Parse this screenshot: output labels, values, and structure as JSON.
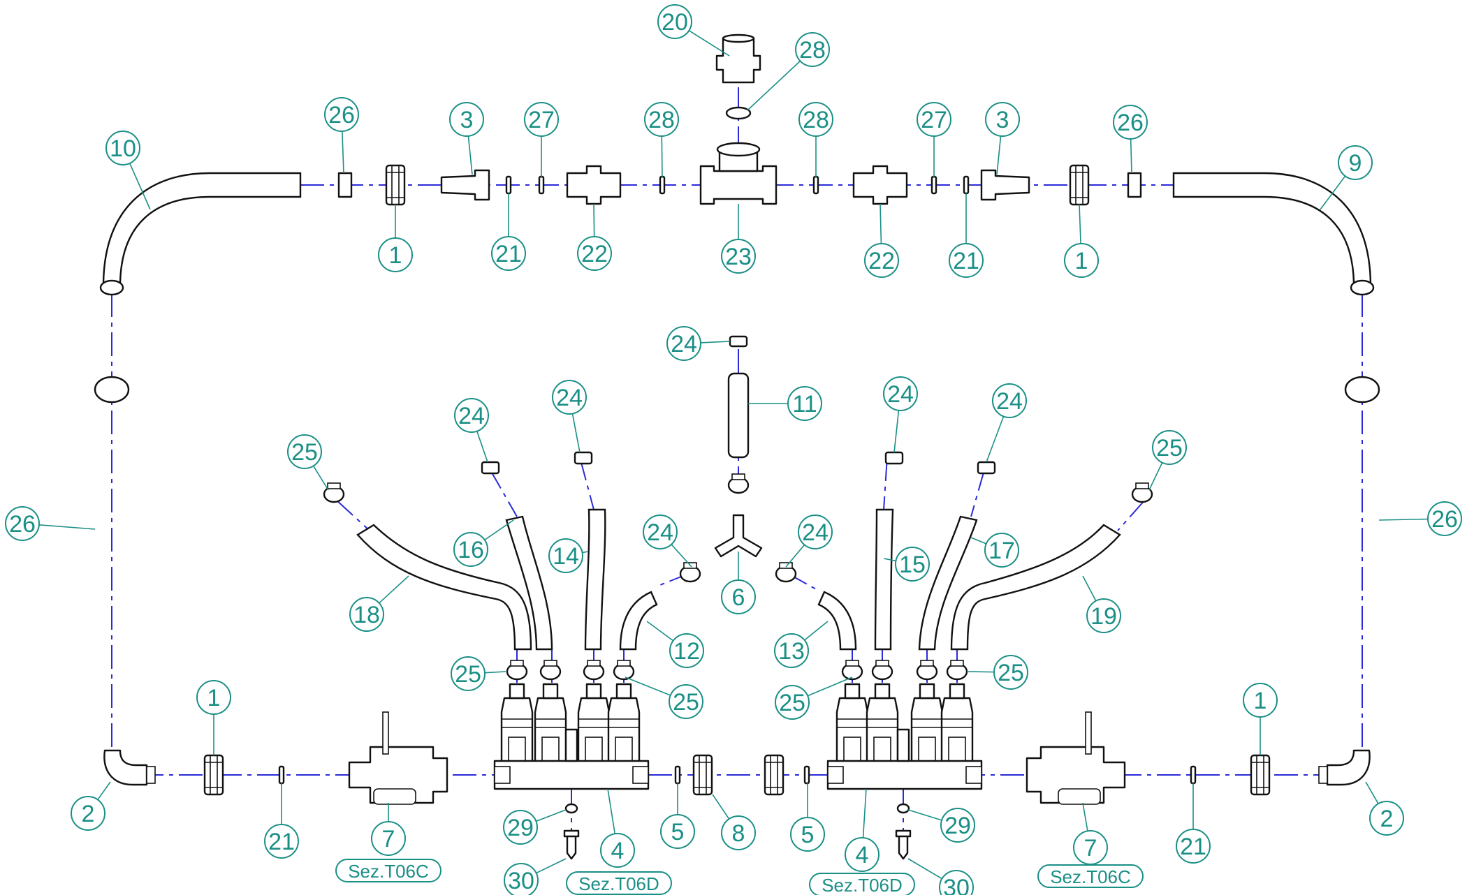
{
  "diagram": {
    "colors": {
      "accent": "#1a8f86",
      "axis": "#2a2ad8",
      "line": "#111111",
      "background": "#ffffff"
    },
    "callouts": [
      {
        "id": "c20",
        "label": "20"
      },
      {
        "id": "c28a",
        "label": "28"
      },
      {
        "id": "c10",
        "label": "10"
      },
      {
        "id": "c26a",
        "label": "26"
      },
      {
        "id": "c3a",
        "label": "3"
      },
      {
        "id": "c27a",
        "label": "27"
      },
      {
        "id": "c28b",
        "label": "28"
      },
      {
        "id": "c28c",
        "label": "28"
      },
      {
        "id": "c27b",
        "label": "27"
      },
      {
        "id": "c3b",
        "label": "3"
      },
      {
        "id": "c26b",
        "label": "26"
      },
      {
        "id": "c9",
        "label": "9"
      },
      {
        "id": "c1a",
        "label": "1"
      },
      {
        "id": "c21a",
        "label": "21"
      },
      {
        "id": "c22a",
        "label": "22"
      },
      {
        "id": "c23",
        "label": "23"
      },
      {
        "id": "c22b",
        "label": "22"
      },
      {
        "id": "c21b",
        "label": "21"
      },
      {
        "id": "c1b",
        "label": "1"
      },
      {
        "id": "c24a",
        "label": "24"
      },
      {
        "id": "c11",
        "label": "11"
      },
      {
        "id": "c24b",
        "label": "24"
      },
      {
        "id": "c24c",
        "label": "24"
      },
      {
        "id": "c24d",
        "label": "24"
      },
      {
        "id": "c24e",
        "label": "24"
      },
      {
        "id": "c25a",
        "label": "25"
      },
      {
        "id": "c25b",
        "label": "25"
      },
      {
        "id": "c26c",
        "label": "26"
      },
      {
        "id": "c26d",
        "label": "26"
      },
      {
        "id": "c16",
        "label": "16"
      },
      {
        "id": "c14",
        "label": "14"
      },
      {
        "id": "c24f",
        "label": "24"
      },
      {
        "id": "c24g",
        "label": "24"
      },
      {
        "id": "c15",
        "label": "15"
      },
      {
        "id": "c17",
        "label": "17"
      },
      {
        "id": "c6",
        "label": "6"
      },
      {
        "id": "c18",
        "label": "18"
      },
      {
        "id": "c19",
        "label": "19"
      },
      {
        "id": "c12",
        "label": "12"
      },
      {
        "id": "c13",
        "label": "13"
      },
      {
        "id": "c25c",
        "label": "25"
      },
      {
        "id": "c25d",
        "label": "25"
      },
      {
        "id": "c25e",
        "label": "25"
      },
      {
        "id": "c25f",
        "label": "25"
      },
      {
        "id": "c1c",
        "label": "1"
      },
      {
        "id": "c1d",
        "label": "1"
      },
      {
        "id": "c2a",
        "label": "2"
      },
      {
        "id": "c2b",
        "label": "2"
      },
      {
        "id": "c21c",
        "label": "21"
      },
      {
        "id": "c21d",
        "label": "21"
      },
      {
        "id": "c7a",
        "label": "7"
      },
      {
        "id": "c7b",
        "label": "7"
      },
      {
        "id": "c29a",
        "label": "29"
      },
      {
        "id": "c29b",
        "label": "29"
      },
      {
        "id": "c30a",
        "label": "30"
      },
      {
        "id": "c30b",
        "label": "30"
      },
      {
        "id": "c4a",
        "label": "4"
      },
      {
        "id": "c4b",
        "label": "4"
      },
      {
        "id": "c5a",
        "label": "5"
      },
      {
        "id": "c5b",
        "label": "5"
      },
      {
        "id": "c8",
        "label": "8"
      }
    ],
    "section_refs": [
      {
        "id": "r1",
        "label": "Sez.T06C"
      },
      {
        "id": "r2",
        "label": "Sez.T06D"
      },
      {
        "id": "r3",
        "label": "Sez.T06D"
      },
      {
        "id": "r4",
        "label": "Sez.T06C"
      }
    ]
  }
}
